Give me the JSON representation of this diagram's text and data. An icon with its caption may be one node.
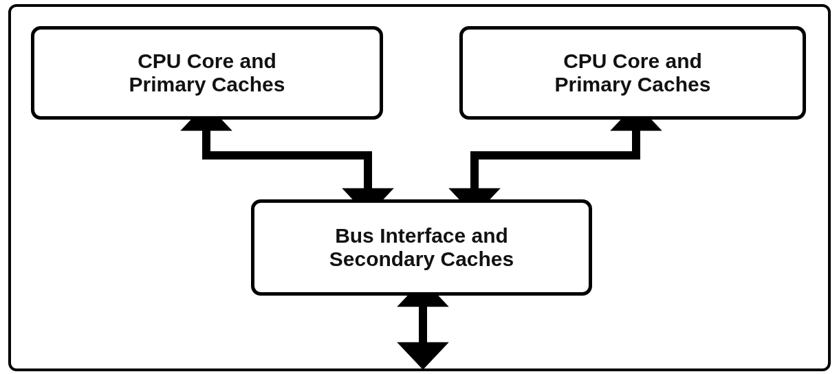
{
  "diagram": {
    "nodes": [
      {
        "text": [],
        "shape": "box"
      },
      {
        "text": [
          "CPU Core and Primary Caches"
        ],
        "in": 0
      },
      {
        "text": [
          "CPU Core and Primary Caches"
        ],
        "in": 0
      },
      {
        "text": [
          "Bus Interface and Secondary Caches"
        ],
        "in": 0
      }
    ],
    "edges": [
      {
        "from": 1,
        "to": 3,
        "arrow": "both"
      },
      {
        "from": 2,
        "to": 3,
        "arrow": "both"
      },
      {
        "from": 3,
        "to": null,
        "arrow": "both"
      }
    ]
  }
}
